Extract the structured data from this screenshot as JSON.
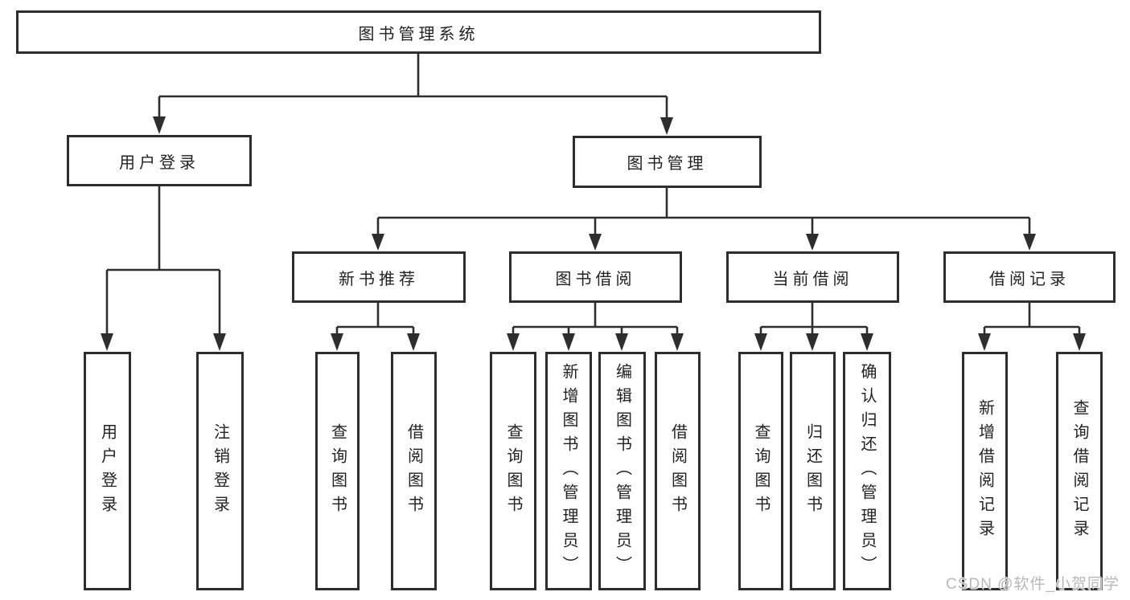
{
  "diagram": {
    "nodes": {
      "system": "图书管理系统",
      "user_login": "用户登录",
      "book_mgmt": "图书管理",
      "new_book_rec": "新书推荐",
      "book_borrow": "图书借阅",
      "current_borrow": "当前借阅",
      "borrow_records": "借阅记录",
      "login": "用户登录",
      "logout": "注销登录",
      "rec_query_book": "查询图书",
      "rec_borrow_book": "借阅图书",
      "bb_query_book": "查询图书",
      "bb_add_book": "新增图书（管理员）",
      "bb_edit_book": "编辑图书（管理员）",
      "bb_borrow_book": "借阅图书",
      "cb_query_book": "查询图书",
      "cb_return_book": "归还图书",
      "cb_confirm_return": "确认归还（管理员）",
      "br_add_record": "新增借阅记录",
      "br_query_record": "查询借阅记录"
    },
    "hierarchy": {
      "图书管理系统": {
        "用户登录": [
          "用户登录",
          "注销登录"
        ],
        "图书管理": {
          "新书推荐": [
            "查询图书",
            "借阅图书"
          ],
          "图书借阅": [
            "查询图书",
            "新增图书（管理员）",
            "编辑图书（管理员）",
            "借阅图书"
          ],
          "当前借阅": [
            "查询图书",
            "归还图书",
            "确认归还（管理员）"
          ],
          "借阅记录": [
            "新增借阅记录",
            "查询借阅记录"
          ]
        }
      }
    },
    "colors": {
      "line": "#2e2e2e",
      "box_border": "#2d2d2d",
      "text": "#222222",
      "background": "#ffffff",
      "watermark": "#b4b4b4"
    }
  },
  "watermark": {
    "text": "CSDN @软件_小贺同学"
  }
}
